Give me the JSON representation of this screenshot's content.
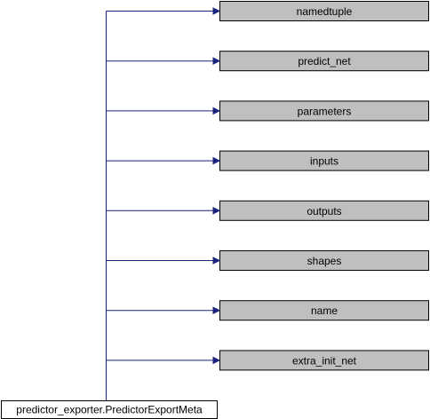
{
  "diagram": {
    "root": {
      "label": "predictor_exporter.PredictorExportMeta"
    },
    "members": [
      {
        "label": "namedtuple"
      },
      {
        "label": "predict_net"
      },
      {
        "label": "parameters"
      },
      {
        "label": "inputs"
      },
      {
        "label": "outputs"
      },
      {
        "label": "shapes"
      },
      {
        "label": "name"
      },
      {
        "label": "extra_init_net"
      }
    ],
    "colors": {
      "member_fill": "#bfbfbf",
      "root_fill": "#ffffff",
      "border": "#000000",
      "edge": "#1a237e"
    }
  }
}
